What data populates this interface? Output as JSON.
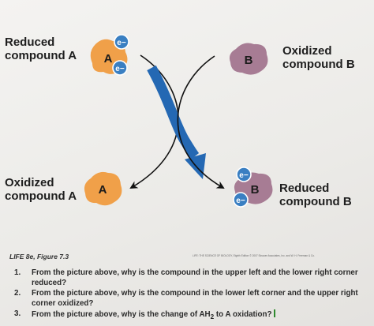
{
  "labels": {
    "top_left": [
      "Reduced",
      "compound A"
    ],
    "top_right": [
      "Oxidized",
      "compound B"
    ],
    "bottom_left": [
      "Oxidized",
      "compound A"
    ],
    "bottom_right": [
      "Reduced",
      "compound B"
    ]
  },
  "molecules": {
    "a_letter": "A",
    "b_letter": "B",
    "electron": "e−"
  },
  "colors": {
    "compound_a": "#f0a049",
    "compound_b": "#a77c94",
    "electron": "#3a7fc2",
    "arrow": "#2468b3"
  },
  "figure": {
    "caption": "LIFE 8e, Figure 7.3",
    "credit": "LIFE: THE SCIENCE OF BIOLOGY, Eighth Edition © 2007 Sinauer Associates, Inc. and W. H. Freeman & Co."
  },
  "questions": [
    {
      "num": "1.",
      "text": "From the picture above, why is the compound in the upper left and the lower right corner reduced?"
    },
    {
      "num": "2.",
      "text": "From the picture above, why is the compound in the lower left corner and the upper right corner oxidized?"
    },
    {
      "num": "3.",
      "text_before": "From the picture above, why is the change of AH",
      "subscript": "2",
      "text_after": " to A oxidation?"
    }
  ]
}
